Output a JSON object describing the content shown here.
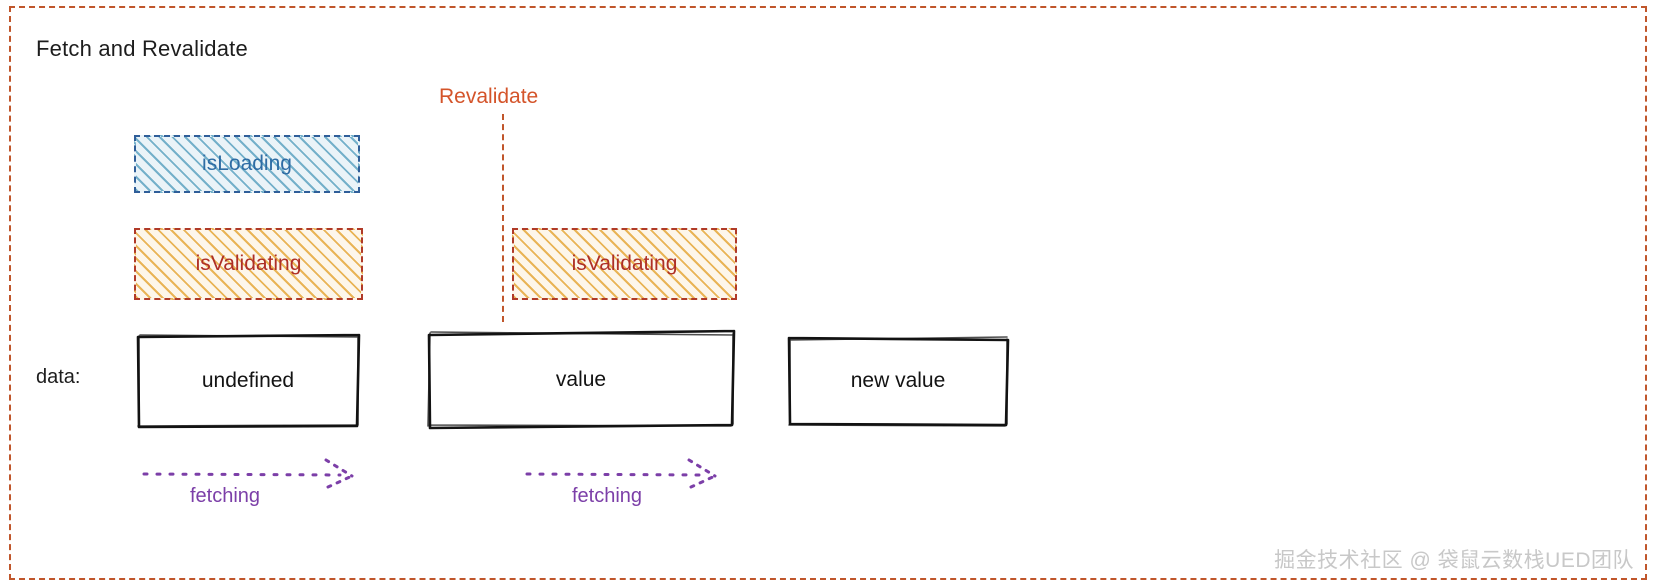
{
  "diagram": {
    "title": "Fetch and Revalidate",
    "frame_color": "#c0562b",
    "markers": {
      "revalidate_label": "Revalidate",
      "revalidate_color": "#d4542a"
    },
    "state_boxes": [
      {
        "id": "isLoading-initial",
        "label": "isLoading",
        "text_color": "#2e6ca4",
        "border_color": "#2f5e99",
        "hatch_color": "#6dadc7"
      },
      {
        "id": "isValidating-initial",
        "label": "isValidating",
        "text_color": "#ae2f26",
        "border_color": "#b03a28",
        "hatch_color": "#e8b04e"
      },
      {
        "id": "isValidating-revalidate",
        "label": "isValidating",
        "text_color": "#ae2f26",
        "border_color": "#b03a28",
        "hatch_color": "#e8b04e"
      }
    ],
    "data_row": {
      "label": "data:",
      "boxes": [
        {
          "id": "data-undefined",
          "label": "undefined"
        },
        {
          "id": "data-value",
          "label": "value"
        },
        {
          "id": "data-new-value",
          "label": "new value"
        }
      ]
    },
    "fetch_arrows": [
      {
        "id": "fetching-initial",
        "label": "fetching",
        "color": "#7c3fa8"
      },
      {
        "id": "fetching-revalidate",
        "label": "fetching",
        "color": "#7c3fa8"
      }
    ],
    "watermark": "掘金技术社区 @ 袋鼠云数栈UED团队"
  }
}
